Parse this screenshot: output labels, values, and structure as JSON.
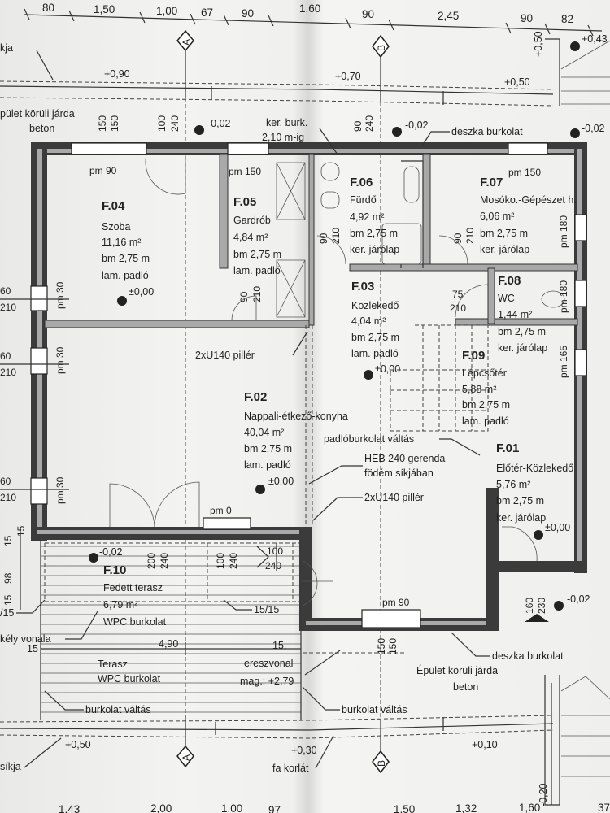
{
  "dimensions_top": [
    "80",
    "1,50",
    "1,00",
    "67",
    "90",
    "1,60",
    "90",
    "2,45",
    "90",
    "82"
  ],
  "dimensions_bottom": [
    "1,43",
    "2,00",
    "1,00",
    "97",
    "1,50",
    "1,32",
    "1,60",
    "37"
  ],
  "axes": {
    "a": "A",
    "b": "B"
  },
  "rooms": [
    {
      "id": "F.04",
      "name": "Szoba",
      "area": "11,16 m²",
      "height": "bm 2,75 m",
      "floor": "lam. padló",
      "level": "±0,00"
    },
    {
      "id": "F.05",
      "name": "Gardrób",
      "area": "4,84 m²",
      "height": "bm 2,75 m",
      "floor": "lam. padló"
    },
    {
      "id": "F.06",
      "name": "Fürdő",
      "area": "4,92 m²",
      "height": "bm 2,75 m",
      "floor": "ker. járólap"
    },
    {
      "id": "F.07",
      "name": "Mosóko.-Gépészet h.",
      "area": "6,06 m²",
      "height": "bm 2,75 m",
      "floor": "ker. járólap"
    },
    {
      "id": "F.03",
      "name": "Közlekedő",
      "area": "4,04 m²",
      "height": "bm 2,75 m",
      "floor": "lam. padló",
      "level": "±0,00"
    },
    {
      "id": "F.08",
      "name": "WC",
      "area": "1,44 m²",
      "height": "bm 2,75 m",
      "floor": "ker. járólap"
    },
    {
      "id": "F.09",
      "name": "Lépcsőtér",
      "area": "5,88 m²",
      "height": "bm 2,75 m",
      "floor": "lam. padló"
    },
    {
      "id": "F.02",
      "name": "Nappali-étkező-konyha",
      "area": "40,04 m²",
      "height": "bm 2,75 m",
      "floor": "lam. padló",
      "level": "±0,00"
    },
    {
      "id": "F.01",
      "name": "Előtér-Közlekedő",
      "area": "5,76 m²",
      "height": "bm 2,75 m",
      "floor": "ker. járólap",
      "level": "±0,00"
    },
    {
      "id": "F.10",
      "name": "Fedett terasz",
      "area": "6,79 m²",
      "floor": "WPC burkolat"
    }
  ],
  "levels": {
    "l090": "+0,90",
    "l070": "+0,70",
    "l050a": "+0,50",
    "l043": "+0,43",
    "l050v": "+0,50",
    "m002a": "-0,02",
    "m002b": "-0,02",
    "m002c": "-0,02",
    "m002d": "-0,02",
    "m002e": "-0,02",
    "l050b": "+0,50",
    "l030": "+0,30",
    "l010": "+0,10",
    "m020": "-0,20"
  },
  "notes": {
    "sikja_top": "kja",
    "jarda_top": "pület körüli járda",
    "beton_top": "beton",
    "ker_burk": "ker. burk.",
    "ker_burk2": "2,10 m-ig",
    "deszka_top": "deszka burkolat",
    "pillar1": "2xU140 pillér",
    "padlo_valtas": "padlóburkolat váltás",
    "heb1": "HEB 240 gerenda",
    "heb2": "födém síkjában",
    "pillar2": "2xU140 pillér",
    "terasz": "Terasz",
    "terasz_wpc": "WPC burkolat",
    "ereszvonal": "ereszvonal",
    "mag": "mag.: +2,79",
    "burk_valtas1": "burkolat váltás",
    "burk_valtas2": "burkolat váltás",
    "deszka_bottom": "deszka burkolat",
    "jarda_bottom": "Épület körüli járda",
    "beton_bottom": "beton",
    "sikja_bottom": "síkja",
    "fa_korlat": "fa korlát",
    "kely_vonala": "kély vonala",
    "col15": "15/15",
    "col15b": "/15",
    "d490": "4,90",
    "d15a": "15",
    "d15b": "15,"
  },
  "openings": {
    "pm90a": "pm 90",
    "pm150a": "pm 150",
    "pm150b": "pm 150",
    "pm0": "pm 0",
    "pm90b": "pm 90",
    "w60a": "60",
    "w210a": "210",
    "w60b": "60",
    "w210b": "210",
    "w60c": "60",
    "w210c": "210",
    "pm30a": "pm 30",
    "pm30b": "pm 30",
    "pm30c": "pm 30",
    "d75": "75",
    "d210": "210",
    "v100": "100",
    "v240": "240",
    "v150a": "150",
    "v150b": "150",
    "v90a": "90",
    "v240b": "240",
    "v90b": "90",
    "v210b": "210",
    "v90c": "90",
    "v210c": "210",
    "v90d": "90",
    "v210d": "210",
    "v200": "200",
    "v240c": "240",
    "v100b": "100",
    "v240d": "240",
    "h100": "100",
    "h240": "240",
    "v160": "160",
    "v230": "230",
    "v150c": "150",
    "v150d": "150",
    "v180a": "pm 180",
    "v180b": "pm 180",
    "v165": "pm 165",
    "s15a": "15",
    "s15b": "15",
    "s98": "98",
    "s15c": "15"
  }
}
